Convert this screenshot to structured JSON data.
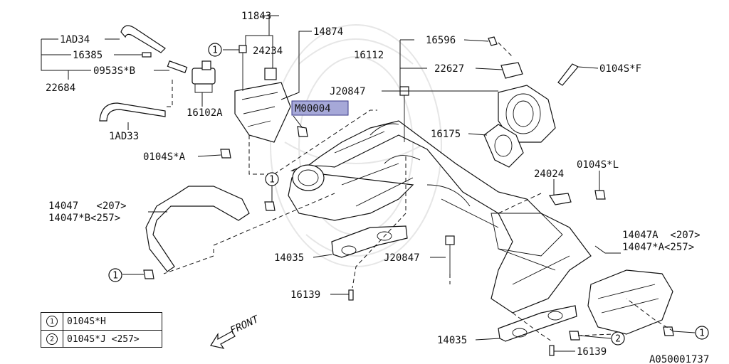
{
  "labels": {
    "p11843": "11843",
    "p14874": "14874",
    "p24234": "24234",
    "p1AD34": "1AD34",
    "p16385": "16385",
    "p0953SB": "0953S*B",
    "p22684": "22684",
    "p16102A": "16102A",
    "p1AD33": "1AD33",
    "pM00004": "M00004",
    "p0104SA": "0104S*A",
    "p14047": "14047   <207>",
    "p14047B": "14047*B<257>",
    "p16596": "16596",
    "p16112": "16112",
    "p22627": "22627",
    "p0104SF": "0104S*F",
    "pJ20847a": "J20847",
    "p16175": "16175",
    "p24024": "24024",
    "p0104SL": "0104S*L",
    "p14035a": "14035",
    "p16139a": "16139",
    "pJ20847b": "J20847",
    "p14047A": "14047A  <207>",
    "p14047sA": "14047*A<257>",
    "p14035b": "14035",
    "p16139b": "16139",
    "front": "FRONT",
    "figure_id": "A050001737"
  },
  "callout_numbers": {
    "one": "1",
    "two": "2"
  },
  "legend": [
    {
      "key": "1",
      "value": "0104S*H"
    },
    {
      "key": "2",
      "value": "0104S*J <257>"
    }
  ],
  "colors": {
    "highlight_fill": "#a6a8d8",
    "highlight_stroke": "#3a3a8a",
    "line": "#111111"
  }
}
